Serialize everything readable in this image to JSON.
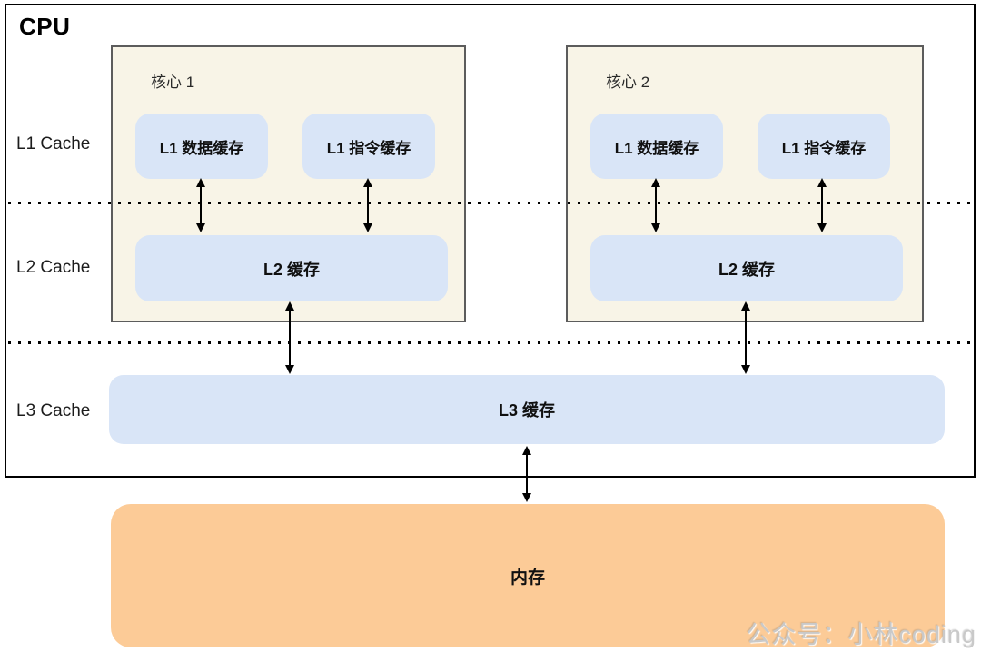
{
  "colors": {
    "core_bg": "#f8f4e7",
    "core_border": "#5c5c5c",
    "cache_fill": "#d9e5f7",
    "memory_fill": "#fccb97",
    "outline": "#000000",
    "watermark": "#c9c9c9"
  },
  "cpu": {
    "title": "CPU"
  },
  "side_labels": {
    "l1": "L1 Cache",
    "l2": "L2 Cache",
    "l3": "L3 Cache"
  },
  "cores": [
    {
      "title": "核心 1",
      "l1_data": "L1 数据缓存",
      "l1_inst": "L1 指令缓存",
      "l2": "L2 缓存"
    },
    {
      "title": "核心 2",
      "l1_data": "L1 数据缓存",
      "l1_inst": "L1 指令缓存",
      "l2": "L2 缓存"
    }
  ],
  "l3": {
    "label": "L3 缓存"
  },
  "memory": {
    "label": "内存"
  },
  "watermark": {
    "text": "公众号：小林coding"
  }
}
